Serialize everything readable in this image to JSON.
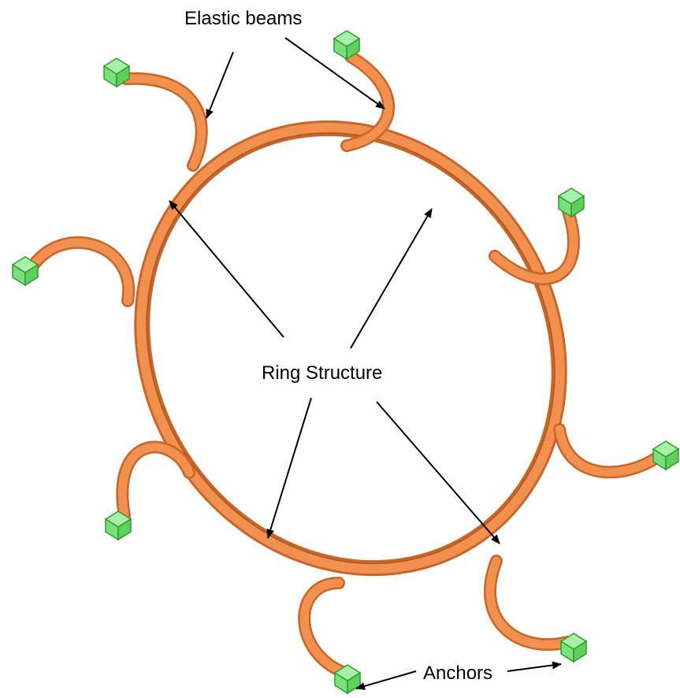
{
  "labels": {
    "elastic_beams": "Elastic beams",
    "ring_structure": "Ring Structure",
    "anchors": "Anchors"
  },
  "colors": {
    "ring_face": "#f2904f",
    "ring_edge": "#c8662a",
    "ring_dark": "#b35a22",
    "anchor_fill": "#7be07b",
    "anchor_edge": "#2e9c2e",
    "arrow": "#000000"
  },
  "icons": {
    "anchor": "green-cube-icon"
  }
}
